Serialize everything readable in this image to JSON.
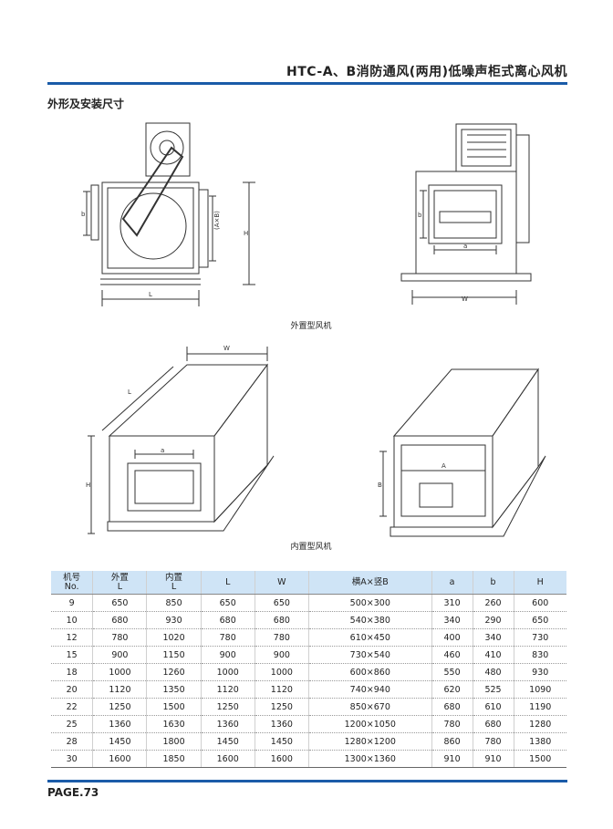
{
  "header": {
    "title": "HTC-A、B消防通风(两用)低噪声柜式离心风机"
  },
  "section_title": "外形及安装尺寸",
  "captions": {
    "external": "外置型风机",
    "internal": "内置型风机"
  },
  "drawing_labels": {
    "b": "b",
    "axb": "(A×B)",
    "h": "H",
    "l": "L",
    "a": "a",
    "w": "W",
    "big_a": "A",
    "big_b": "B"
  },
  "table": {
    "headers": [
      [
        "机号",
        "No."
      ],
      [
        "外置",
        "L"
      ],
      [
        "内置",
        "L"
      ],
      [
        "L"
      ],
      [
        "W"
      ],
      [
        "横A×竖B"
      ],
      [
        "a"
      ],
      [
        "b"
      ],
      [
        "H"
      ]
    ],
    "rows": [
      [
        "9",
        "650",
        "850",
        "650",
        "650",
        "500×300",
        "310",
        "260",
        "600"
      ],
      [
        "10",
        "680",
        "930",
        "680",
        "680",
        "540×380",
        "340",
        "290",
        "650"
      ],
      [
        "12",
        "780",
        "1020",
        "780",
        "780",
        "610×450",
        "400",
        "340",
        "730"
      ],
      [
        "15",
        "900",
        "1150",
        "900",
        "900",
        "730×540",
        "460",
        "410",
        "830"
      ],
      [
        "18",
        "1000",
        "1260",
        "1000",
        "1000",
        "600×860",
        "550",
        "480",
        "930"
      ],
      [
        "20",
        "1120",
        "1350",
        "1120",
        "1120",
        "740×940",
        "620",
        "525",
        "1090"
      ],
      [
        "22",
        "1250",
        "1500",
        "1250",
        "1250",
        "850×670",
        "680",
        "610",
        "1190"
      ],
      [
        "25",
        "1360",
        "1630",
        "1360",
        "1360",
        "1200×1050",
        "780",
        "680",
        "1280"
      ],
      [
        "28",
        "1450",
        "1800",
        "1450",
        "1450",
        "1280×1200",
        "860",
        "780",
        "1380"
      ],
      [
        "30",
        "1600",
        "1850",
        "1600",
        "1600",
        "1300×1360",
        "910",
        "910",
        "1500"
      ]
    ]
  },
  "footer": {
    "page": "PAGE.73"
  },
  "colors": {
    "accent": "#1a5ba8",
    "table_header_bg": "#cfe4f6"
  }
}
